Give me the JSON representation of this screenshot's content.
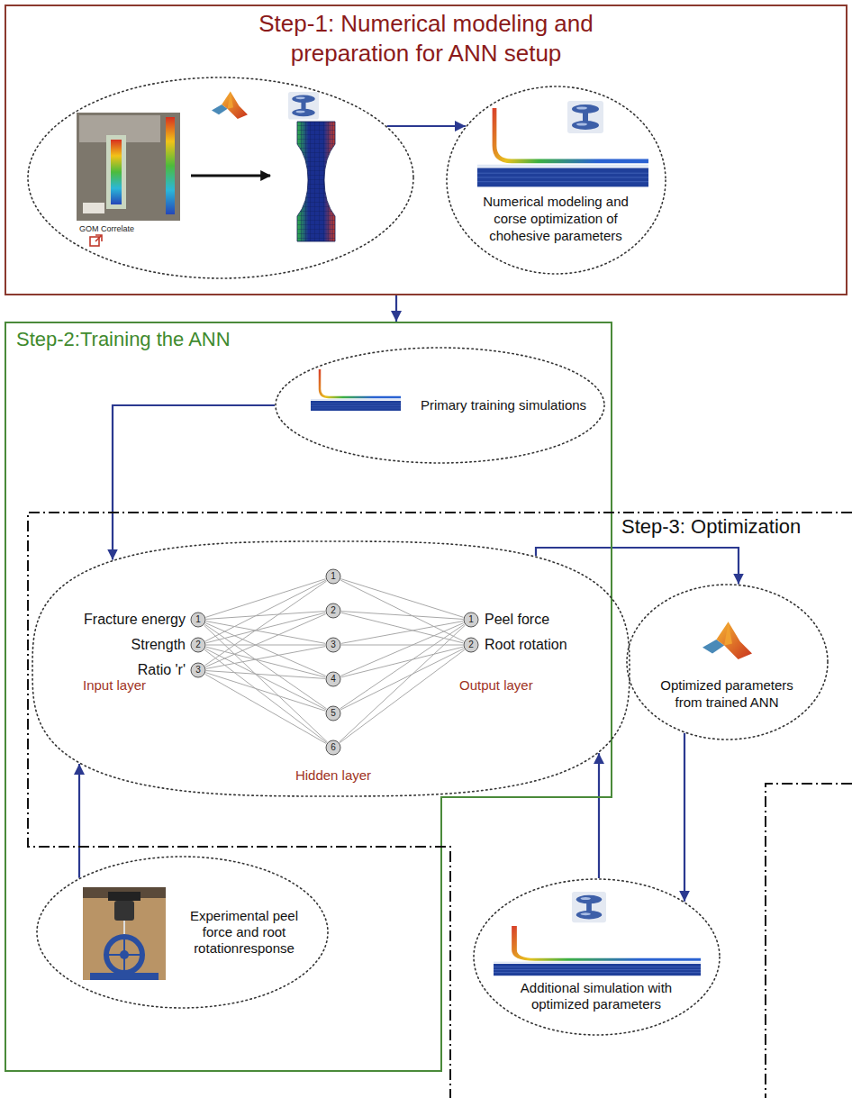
{
  "diagram": {
    "nodes": [
      {
        "text": [
          "Step-1: Numerical modeling and preparation for ANN setup"
        ]
      },
      {
        "text": [
          "GOM Correlate"
        ],
        "in": 0
      },
      {
        "text": [
          "Numerical modeling and corse optimization of chohesive parameters"
        ],
        "in": 0
      },
      {
        "text": [
          "Step-2:Training the ANN"
        ]
      },
      {
        "text": [
          "Primary training simulations"
        ],
        "in": 3
      },
      {
        "text": [
          "Input layer",
          "Hidden layer",
          "Output layer"
        ],
        "in": 3
      },
      {
        "text": [
          "1"
        ],
        "in": 5
      },
      {
        "text": [
          "2"
        ],
        "in": 5
      },
      {
        "text": [
          "3"
        ],
        "in": 5
      },
      {
        "text": [
          "1"
        ],
        "in": 5
      },
      {
        "text": [
          "2"
        ],
        "in": 5
      },
      {
        "text": [
          "3"
        ],
        "in": 5
      },
      {
        "text": [
          "4"
        ],
        "in": 5
      },
      {
        "text": [
          "5"
        ],
        "in": 5
      },
      {
        "text": [
          "6"
        ],
        "in": 5
      },
      {
        "text": [
          "1"
        ],
        "in": 5
      },
      {
        "text": [
          "2"
        ],
        "in": 5
      },
      {
        "text": [
          "Experimental peel force and root rotationresponse"
        ],
        "in": 3
      },
      {
        "text": [
          "Step-3: Optimization"
        ]
      },
      {
        "text": [
          "Optimized parameters from trained ANN"
        ],
        "in": 18
      },
      {
        "text": [
          "Additional simulation with optimized parameters"
        ],
        "in": 18
      }
    ],
    "edges": [
      {
        "from": 1,
        "to": 2,
        "arrow": "to"
      },
      {
        "from": 0,
        "to": 3,
        "arrow": "to"
      },
      {
        "from": 4,
        "to": 5,
        "arrow": "to"
      },
      {
        "from": 17,
        "to": 5,
        "arrow": "to"
      },
      {
        "from": 5,
        "to": 19,
        "arrow": "to"
      },
      {
        "from": 19,
        "to": 20,
        "arrow": "to"
      },
      {
        "from": 20,
        "to": 5,
        "arrow": "to"
      },
      {
        "from": 6,
        "to": 9,
        "arrow": "none"
      },
      {
        "from": 6,
        "to": 10,
        "arrow": "none"
      },
      {
        "from": 6,
        "to": 11,
        "arrow": "none"
      },
      {
        "from": 6,
        "to": 12,
        "arrow": "none"
      },
      {
        "from": 6,
        "to": 13,
        "arrow": "none"
      },
      {
        "from": 6,
        "to": 14,
        "arrow": "none"
      },
      {
        "from": 7,
        "to": 9,
        "arrow": "none"
      },
      {
        "from": 7,
        "to": 10,
        "arrow": "none"
      },
      {
        "from": 7,
        "to": 11,
        "arrow": "none"
      },
      {
        "from": 7,
        "to": 12,
        "arrow": "none"
      },
      {
        "from": 7,
        "to": 13,
        "arrow": "none"
      },
      {
        "from": 7,
        "to": 14,
        "arrow": "none"
      },
      {
        "from": 8,
        "to": 9,
        "arrow": "none"
      },
      {
        "from": 8,
        "to": 10,
        "arrow": "none"
      },
      {
        "from": 8,
        "to": 11,
        "arrow": "none"
      },
      {
        "from": 8,
        "to": 12,
        "arrow": "none"
      },
      {
        "from": 8,
        "to": 13,
        "arrow": "none"
      },
      {
        "from": 8,
        "to": 14,
        "arrow": "none"
      },
      {
        "from": 9,
        "to": 15,
        "arrow": "none"
      },
      {
        "from": 9,
        "to": 16,
        "arrow": "none"
      },
      {
        "from": 10,
        "to": 15,
        "arrow": "none"
      },
      {
        "from": 10,
        "to": 16,
        "arrow": "none"
      },
      {
        "from": 11,
        "to": 15,
        "arrow": "none"
      },
      {
        "from": 11,
        "to": 16,
        "arrow": "none"
      },
      {
        "from": 12,
        "to": 15,
        "arrow": "none"
      },
      {
        "from": 12,
        "to": 16,
        "arrow": "none"
      },
      {
        "from": 13,
        "to": 15,
        "arrow": "none"
      },
      {
        "from": 13,
        "to": 16,
        "arrow": "none"
      },
      {
        "from": 14,
        "to": 15,
        "arrow": "none"
      },
      {
        "from": 14,
        "to": 16,
        "arrow": "none"
      }
    ],
    "labels": [
      "Fracture energy",
      "Strength",
      "Ratio 'r'",
      "Peel force",
      "Root rotation"
    ]
  }
}
